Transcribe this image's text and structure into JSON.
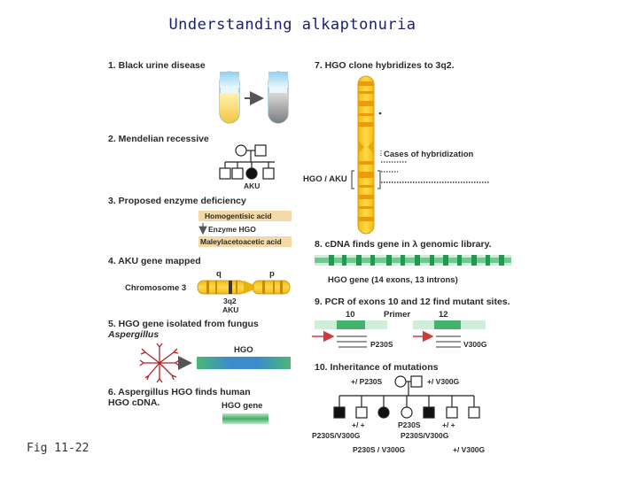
{
  "title": "Understanding alkaptonuria",
  "fig_label": "Fig 11-22",
  "left": {
    "step1": "1. Black urine disease",
    "step2": "2. Mendelian recessive",
    "aku_label": "AKU",
    "step3": "3. Proposed enzyme deficiency",
    "homogentisic": "Homogentisic acid",
    "enzyme": "Enzyme HGO",
    "maleyl": "Maleylacetoacetic acid",
    "step4": "4. AKU gene mapped",
    "arm_q": "q",
    "arm_p": "p",
    "chromosome": "Chromosome 3",
    "band_3q2": "3q2",
    "band_aku": "AKU",
    "step5_line1": "5. HGO gene isolated from fungus",
    "step5_line2": "Aspergillus",
    "hgo_bar": "HGO",
    "step6_line1": "6. Aspergillus HGO finds human",
    "step6_line2": "HGO cDNA.",
    "hgo_gene": "HGO gene"
  },
  "right": {
    "step7": "7. HGO clone hybridizes to 3q2.",
    "cases": "Cases of hybridization",
    "hgo_aku": "HGO / AKU",
    "step8": "8. cDNA finds gene in λ genomic library.",
    "hgo_gene_exons": "HGO gene (14 exons, 13 introns)",
    "step9": "9. PCR of exons 10 and 12 find mutant sites.",
    "exon10": "10",
    "primer": "Primer",
    "exon12": "12",
    "p230s": "P230S",
    "v300g": "V300G",
    "step10": "10. Inheritance of mutations",
    "parent_left": "+/ P230S",
    "parent_right": "+/ V300G",
    "child_pp_1": "+/ +",
    "child_p230s": "P230S",
    "child_pp_2": "+/ +",
    "geno_left": "P230S/V300G",
    "geno_right": "P230S/V300G",
    "bottom_left": "P230S / V300G",
    "bottom_right": "+/ V300G"
  },
  "colors": {
    "yellow": "#f5c71a",
    "orange": "#f2a20d",
    "green": "#4bb873",
    "blue": "#3c8ccd",
    "red": "#d23a3a",
    "tan": "#f3d9a6",
    "title": "#1c1c74"
  }
}
